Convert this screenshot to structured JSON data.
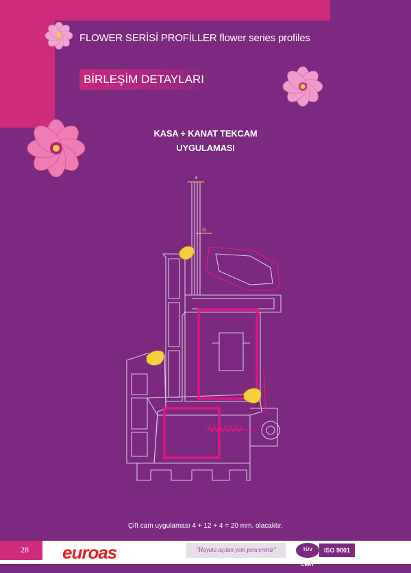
{
  "header": {
    "title": "FLOWER SERİSİ PROFİLLER flower series profiles"
  },
  "section": {
    "title": "BİRLEŞİM DETAYLARI"
  },
  "diagram": {
    "title_line1": "KASA  + KANAT TEKCAM",
    "title_line2": "UYGULAMASI",
    "dim_top": "4",
    "dim_mid": "11"
  },
  "footnote": "Çift cam uygulaması 4 + 12 + 4 = 20 mm. olacaktır.",
  "footer": {
    "page_number": "28",
    "brand": "euroas",
    "slogan": "\"Hayata açılan yeni pencereniz\"",
    "cert_mark": "TÜV CERT",
    "iso": "ISO 9001"
  },
  "colors": {
    "background": "#7b2a7f",
    "accent_pink": "#cf2c7d",
    "profile_outline": "#d9c7dc",
    "gasket_yellow": "#f4d13a",
    "reinforcement_pink": "#e5167f",
    "brand_red": "#e02323"
  }
}
